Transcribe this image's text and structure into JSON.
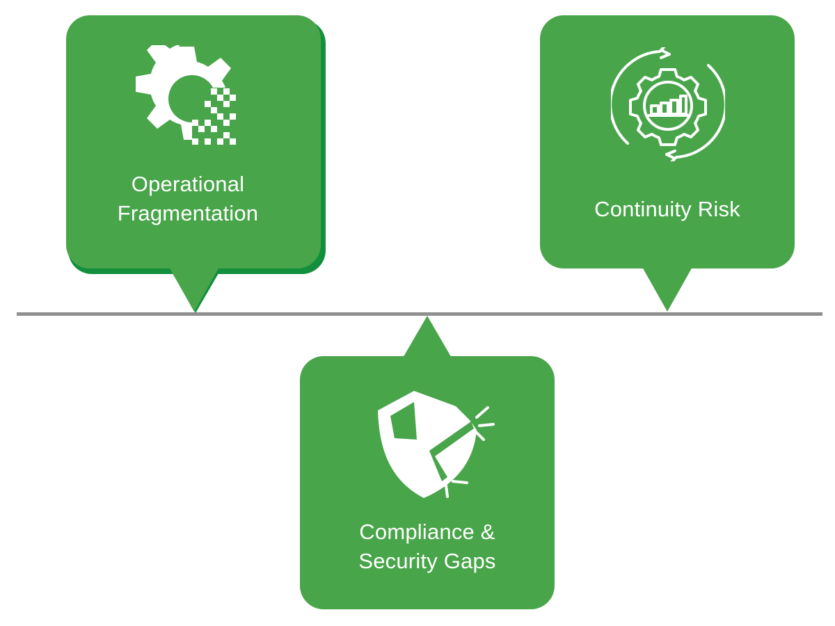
{
  "colors": {
    "card_green": "#48a54a",
    "card_shadow_green": "#128f3d",
    "timeline_gray": "#8f8f8f",
    "text_white": "#ffffff"
  },
  "callouts": [
    {
      "icon": "broken-gear-icon",
      "label_lines": [
        "Operational",
        "Fragmentation"
      ]
    },
    {
      "icon": "gear-cycle-chart-icon",
      "label_lines": [
        "Continuity Risk"
      ]
    },
    {
      "icon": "shield-cracked-icon",
      "label_lines": [
        "Compliance &",
        "Security Gaps"
      ]
    }
  ]
}
